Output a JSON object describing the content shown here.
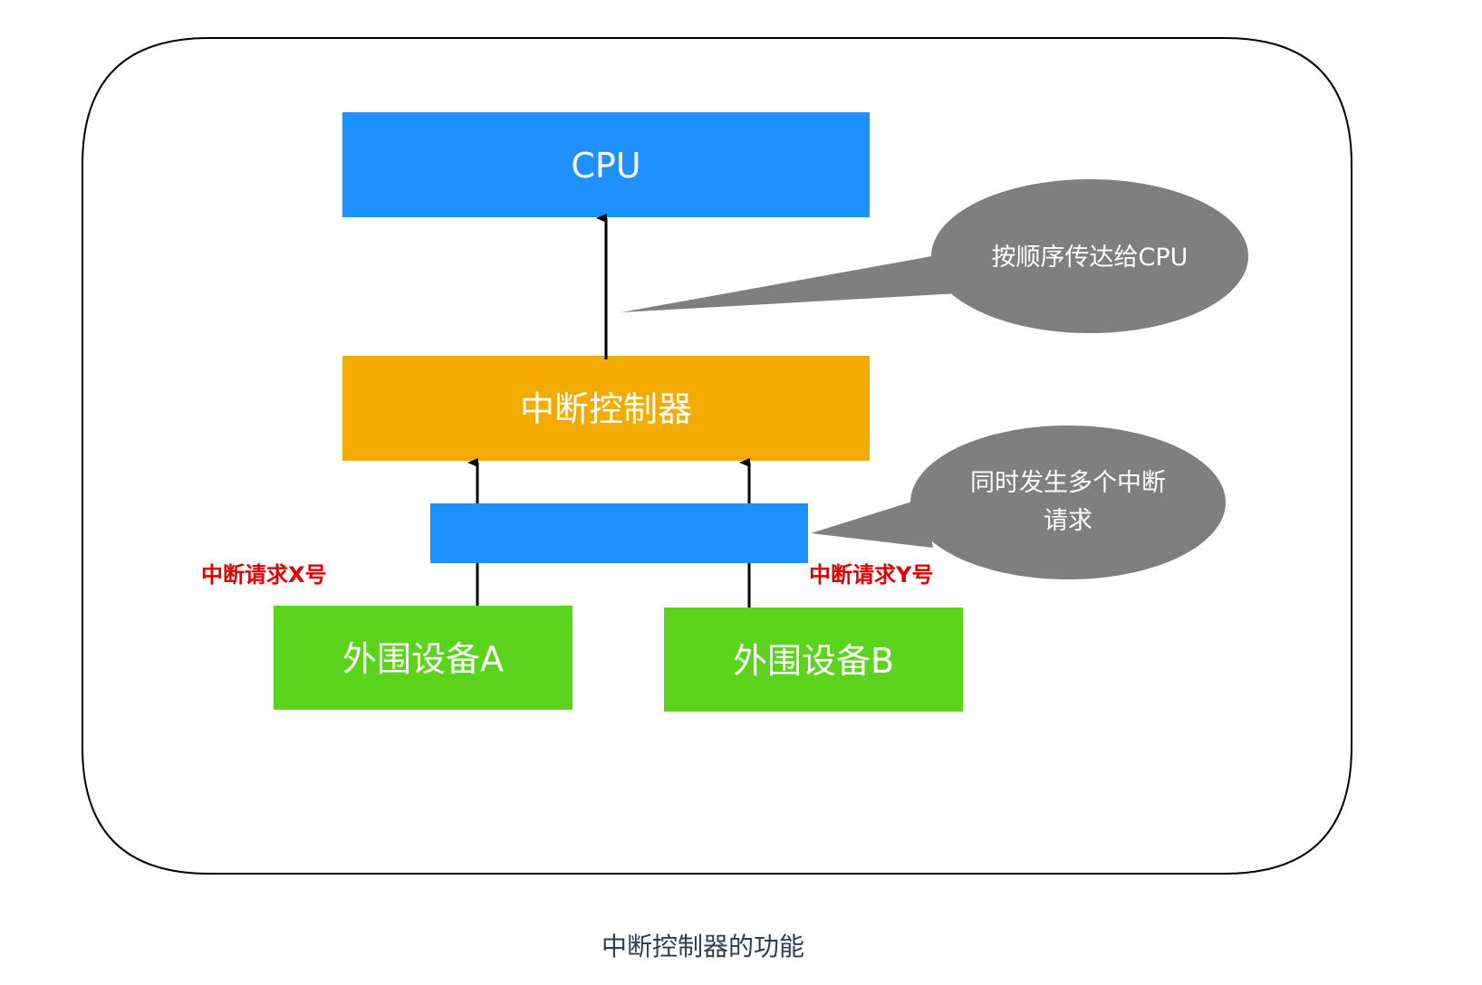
{
  "colors": {
    "cpu": "#1e90ff",
    "controller": "#f2ac00",
    "bus": "#1e90ff",
    "device": "#5cd41e",
    "bubble": "#7f7f7f",
    "request_label": "#e00000",
    "caption": "#2c3e50",
    "arrow": "#000000",
    "frame": "#000000"
  },
  "nodes": {
    "cpu": {
      "label": "CPU"
    },
    "controller": {
      "label": "中断控制器"
    },
    "bus": {
      "label": ""
    },
    "device_a": {
      "label": "外围设备A"
    },
    "device_b": {
      "label": "外围设备B"
    }
  },
  "callouts": {
    "sequential": {
      "text": "按顺序传达给CPU"
    },
    "simultaneous": {
      "line1": "同时发生多个中断",
      "line2": "请求"
    }
  },
  "request_labels": {
    "x": "中断请求X号",
    "y": "中断请求Y号"
  },
  "edges": [
    {
      "from": "controller",
      "to": "cpu"
    },
    {
      "from": "bus",
      "to": "controller"
    },
    {
      "from": "bus",
      "to": "controller"
    },
    {
      "from": "device_a",
      "to": "bus"
    },
    {
      "from": "device_b",
      "to": "bus"
    }
  ],
  "caption": "中断控制器的功能"
}
